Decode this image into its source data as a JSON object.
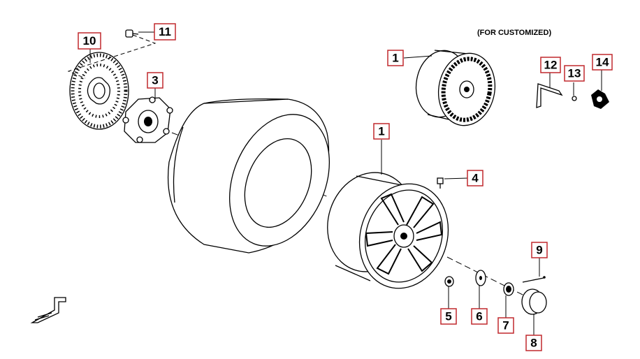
{
  "caption": "(FOR CUSTOMIZED)",
  "callouts": {
    "wheel_custom": "1",
    "wheel": "1",
    "hub": "3",
    "valve": "4",
    "cap_small": "5",
    "washer": "6",
    "nut": "7",
    "dust_cap": "8",
    "cotter_pin": "9",
    "brake_disc": "10",
    "bolt": "11",
    "wrench": "12",
    "ball": "13",
    "hub_adapter": "14"
  },
  "colors": {
    "callout_border": "#c0282d",
    "line": "#000000"
  }
}
